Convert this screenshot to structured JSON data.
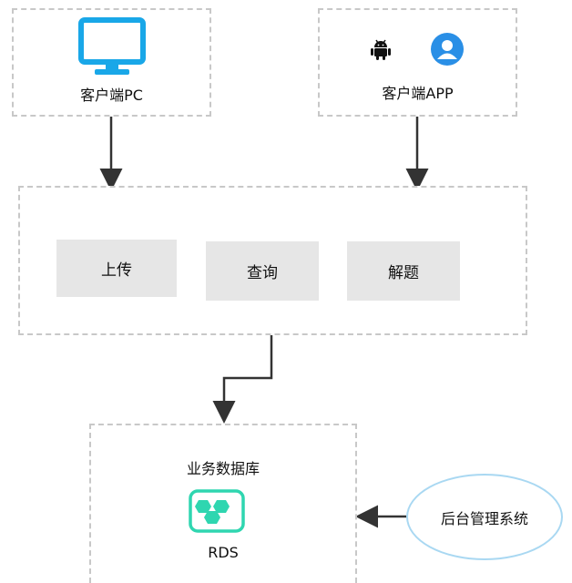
{
  "nodes": {
    "client_pc": {
      "label": "客户端PC",
      "icon": "monitor-icon"
    },
    "client_app": {
      "label": "客户端APP",
      "icons": [
        "android-icon",
        "user-icon"
      ]
    },
    "functions": [
      "上传",
      "查询",
      "解题"
    ],
    "business_db": {
      "title": "业务数据库",
      "label": "RDS",
      "icon": "rds-icon"
    },
    "admin": {
      "label": "后台管理系统"
    }
  },
  "colors": {
    "monitor": "#19a7e8",
    "android": "#111111",
    "user": "#2a8fe6",
    "rds": "#2fd6b0",
    "dashed_border": "#c8c8c8",
    "func_bg": "#e6e6e6",
    "ellipse_border": "#a9d8f2",
    "arrow": "#333333"
  }
}
